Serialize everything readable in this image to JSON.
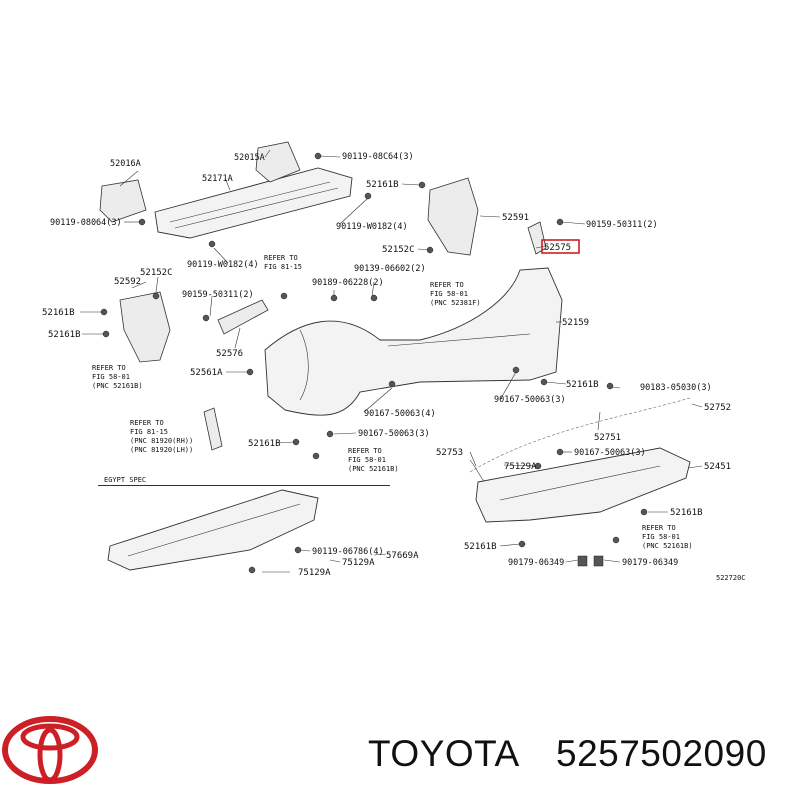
{
  "brand": {
    "name": "TOYOTA",
    "part_number": "5257502090",
    "logo_color": "#cc1f26"
  },
  "highlight_color": "#cc1f26",
  "labels": [
    {
      "id": "l1",
      "text": "52016A"
    },
    {
      "id": "l2",
      "text": "52015A"
    },
    {
      "id": "l3",
      "text": "90119-08C64(3)"
    },
    {
      "id": "l4",
      "text": "52171A"
    },
    {
      "id": "l5",
      "text": "90119-08064(3)"
    },
    {
      "id": "l6",
      "text": "90119-W0182(4)"
    },
    {
      "id": "l7",
      "text": "90119-W0182(4)"
    },
    {
      "id": "l8",
      "text": "52161B"
    },
    {
      "id": "l9",
      "text": "52591"
    },
    {
      "id": "l10",
      "text": "90159-50311(2)"
    },
    {
      "id": "l11",
      "text": "52152C"
    },
    {
      "id": "l12",
      "text": "52575"
    },
    {
      "id": "l13",
      "text": "52152C"
    },
    {
      "id": "l14",
      "text": "52592"
    },
    {
      "id": "l15",
      "text": "90159-50311(2)"
    },
    {
      "id": "l16",
      "text": "90189-06228(2)"
    },
    {
      "id": "l17",
      "text": "90139-06602(2)"
    },
    {
      "id": "l18",
      "text": "52161B"
    },
    {
      "id": "l19",
      "text": "52161B"
    },
    {
      "id": "l20",
      "text": "52576"
    },
    {
      "id": "l21",
      "text": "52159"
    },
    {
      "id": "l22",
      "text": "52561A"
    },
    {
      "id": "l23",
      "text": "52161B"
    },
    {
      "id": "l24",
      "text": "90183-05030(3)"
    },
    {
      "id": "l25",
      "text": "90167-50063(3)"
    },
    {
      "id": "l26",
      "text": "90167-50063(4)"
    },
    {
      "id": "l27",
      "text": "52752"
    },
    {
      "id": "l28",
      "text": "52161B"
    },
    {
      "id": "l29",
      "text": "90167-50063(3)"
    },
    {
      "id": "l30",
      "text": "52751"
    },
    {
      "id": "l31",
      "text": "52753"
    },
    {
      "id": "l32",
      "text": "90167-50063(3)"
    },
    {
      "id": "l33",
      "text": "75129A"
    },
    {
      "id": "l34",
      "text": "52451"
    },
    {
      "id": "l35",
      "text": "EGYPT SPEC"
    },
    {
      "id": "l36",
      "text": "90119-06786(4)"
    },
    {
      "id": "l37",
      "text": "57669A"
    },
    {
      "id": "l38",
      "text": "75129A"
    },
    {
      "id": "l39",
      "text": "75129A"
    },
    {
      "id": "l40",
      "text": "52161B"
    },
    {
      "id": "l41",
      "text": "52161B"
    },
    {
      "id": "l42",
      "text": "90179-06349"
    },
    {
      "id": "l43",
      "text": "90179-06349"
    },
    {
      "id": "l44",
      "text": "522720C"
    }
  ],
  "refs": [
    {
      "id": "r1",
      "lines": [
        "REFER TO",
        "FIG 81-15"
      ]
    },
    {
      "id": "r2",
      "lines": [
        "REFER TO",
        "FIG 58-01",
        "(PNC 52381F)"
      ]
    },
    {
      "id": "r3",
      "lines": [
        "REFER TO",
        "FIG 58-01",
        "(PNC 52161B)"
      ]
    },
    {
      "id": "r4",
      "lines": [
        "REFER TO",
        "FIG 81-15",
        "(PNC 81920(RH))",
        "(PNC 81920(LH))"
      ]
    },
    {
      "id": "r5",
      "lines": [
        "REFER TO",
        "FIG 58-01",
        "(PNC 52161B)"
      ]
    },
    {
      "id": "r6",
      "lines": [
        "REFER TO",
        "FIG 58-01",
        "(PNC 52161B)"
      ]
    }
  ]
}
